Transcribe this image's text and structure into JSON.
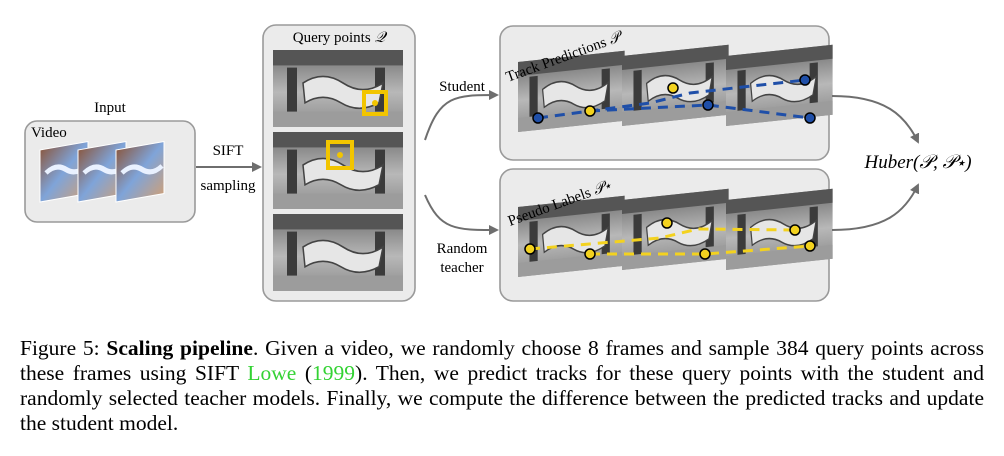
{
  "figure": {
    "input_label": "Input",
    "video_label": "Video",
    "sift_line1": "SIFT",
    "sift_line2": "sampling",
    "query_label": "Query points",
    "query_symbol": "𝒬",
    "student_label": "Student",
    "random_line1": "Random",
    "random_line2": "teacher",
    "track_label": "Track Predictions",
    "track_symbol": "𝒫",
    "pseudo_label": "Pseudo Labels",
    "pseudo_symbol": "𝒫⋆",
    "loss_text": "Huber(𝒫, 𝒫⋆)",
    "colors": {
      "box_fill": "#ebebeb",
      "box_stroke": "#9a9a9a",
      "arrow": "#6e6e6e",
      "student_track": "#1f4fa8",
      "teacher_track": "#f3d21f",
      "query_box": "#f2c500"
    }
  },
  "caption": {
    "label": "Figure 5:",
    "bold": "Scaling pipeline",
    "part1": ". Given a video, we randomly choose 8 frames and sample 384 query points across these frames using SIFT ",
    "cite_author": "Lowe",
    "cite_open": " (",
    "cite_year": "1999",
    "part2": "). Then, we predict tracks for these query points with the student and randomly selected teacher models. Finally, we compute the difference between the predicted tracks and update the student model."
  }
}
